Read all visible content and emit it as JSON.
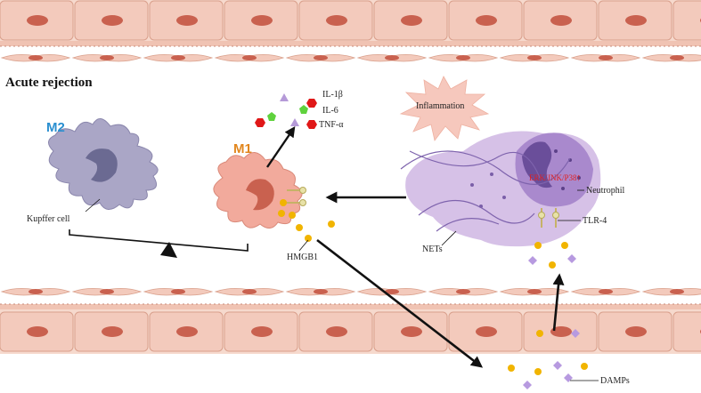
{
  "title": "Acute rejection",
  "labels": {
    "m2": "M2",
    "m1": "M1",
    "kupffer": "Kupffer cell",
    "inflammation": "Inflammation",
    "hmgb1": "HMGB1",
    "nets": "NETs",
    "neutrophil": "Neutrophil",
    "tlr4": "TLR-4",
    "damps": "DAMPs",
    "erk": "ERK/JNK/P38",
    "up_arrow": "↑"
  },
  "cytokines": [
    "IL-1β",
    "IL-6",
    "TNF-α"
  ],
  "colors": {
    "m2": "#2a8fd0",
    "m1": "#e2871e",
    "red": "#e02020",
    "tissue": "#f2c9b8",
    "nucleus": "#c9614f",
    "inflammation_burst": "#f6c8bd",
    "neutrophil": "#9b7ac2",
    "hmgb1_dot": "#f1b400",
    "damp_diamond": "#b79ae0"
  },
  "icons": {
    "balance": "seesaw-triangle-icon",
    "cytokine_shapes": [
      "triangle-icon",
      "pentagon-icon",
      "hexagon-icon"
    ]
  }
}
